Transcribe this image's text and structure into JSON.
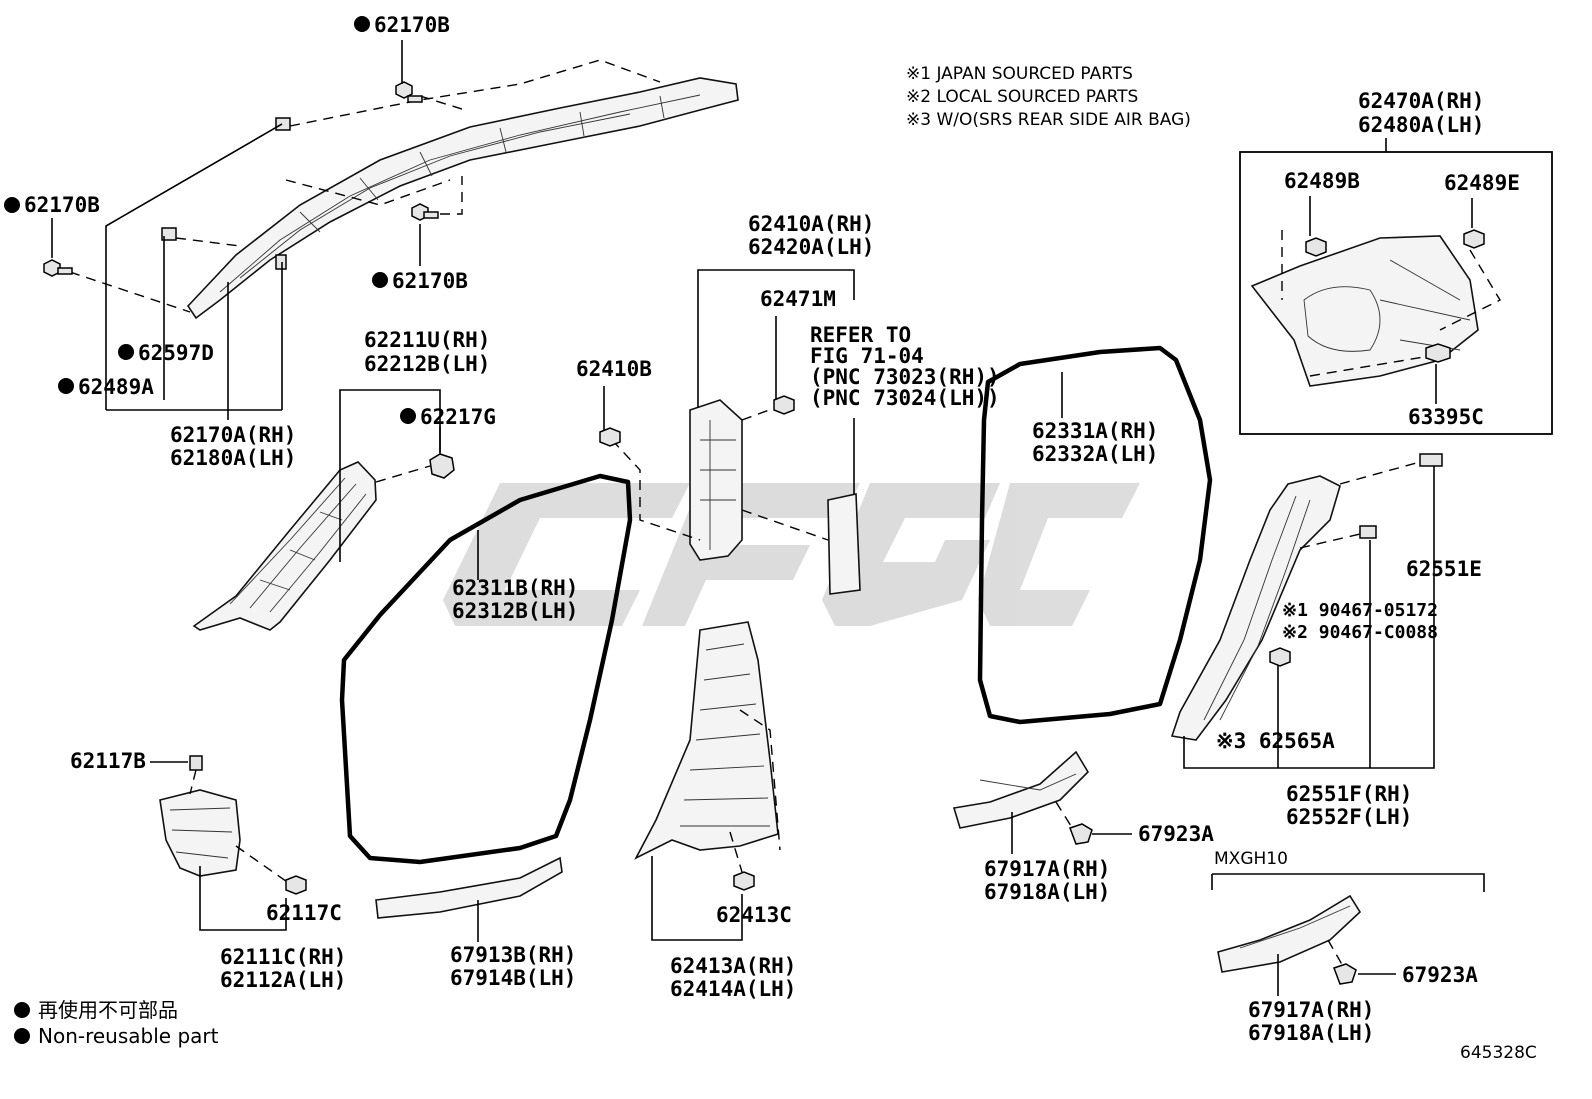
{
  "notes": [
    "※1 JAPAN SOURCED PARTS",
    "※2 LOCAL SOURCED PARTS",
    "※3 W/O(SRS REAR SIDE AIR BAG)"
  ],
  "labels": {
    "l62170B_top": "62170B",
    "l62170B_left": "62170B",
    "l62170B_mid": "62170B",
    "l62597D": "62597D",
    "l62489A": "62489A",
    "l62170A_rh": "62170A(RH)",
    "l62180A_lh": "62180A(LH)",
    "l62211U_rh": "62211U(RH)",
    "l62212B_lh": "62212B(LH)",
    "l62217G": "62217G",
    "l62410B": "62410B",
    "l62410A_rh": "62410A(RH)",
    "l62420A_lh": "62420A(LH)",
    "l62471M": "62471M",
    "refer_1": "REFER TO",
    "refer_2": "FIG 71-04",
    "refer_3": "(PNC 73023(RH))",
    "refer_4": "(PNC 73024(LH))",
    "l62311B_rh": "62311B(RH)",
    "l62312B_lh": "62312B(LH)",
    "l62331A_rh": "62331A(RH)",
    "l62332A_lh": "62332A(LH)",
    "l62470A_rh": "62470A(RH)",
    "l62480A_lh": "62480A(LH)",
    "l62489B": "62489B",
    "l62489E": "62489E",
    "l63395C": "63395C",
    "l62551E": "62551E",
    "l90467_1": "※1  90467-05172",
    "l90467_2": "※2  90467-C0088",
    "l62565A": "※3  62565A",
    "l62551F_rh": "62551F(RH)",
    "l62552F_lh": "62552F(LH)",
    "l62117B": "62117B",
    "l62117C": "62117C",
    "l62111C_rh": "62111C(RH)",
    "l62112A_lh": "62112A(LH)",
    "l67913B_rh": "67913B(RH)",
    "l67914B_lh": "67914B(LH)",
    "l62413C": "62413C",
    "l62413A_rh": "62413A(RH)",
    "l62414A_lh": "62414A(LH)",
    "l67917A_rh": "67917A(RH)",
    "l67918A_lh": "67918A(LH)",
    "l67923A": "67923A",
    "mxgh10": "MXGH10",
    "l67917A_rh_2": "67917A(RH)",
    "l67918A_lh_2": "67918A(LH)",
    "l67923A_2": "67923A"
  },
  "legend": {
    "jp": "再使用不可部品",
    "en": "Non-reusable part"
  },
  "diagram_id": "645328C",
  "colors": {
    "ink": "#000000",
    "part_fill": "#f4f4f4",
    "watermark": "#d6d6d6"
  }
}
